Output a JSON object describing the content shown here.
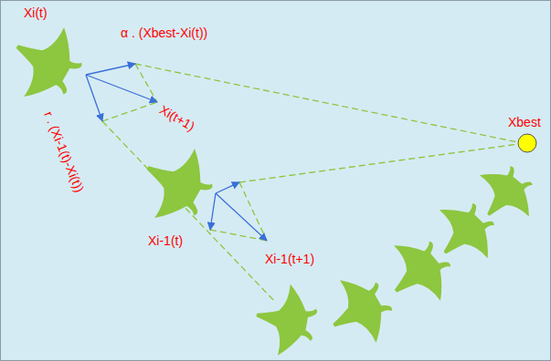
{
  "diagram": {
    "labels": [
      "Xi(t)",
      "α . (Xbest-Xi(t))",
      "r . (Xi-1(t)-Xi(t))",
      "Xi(t+1)",
      "Xi-1(t)",
      "Xi-1(t+1)",
      "Xbest"
    ]
  }
}
